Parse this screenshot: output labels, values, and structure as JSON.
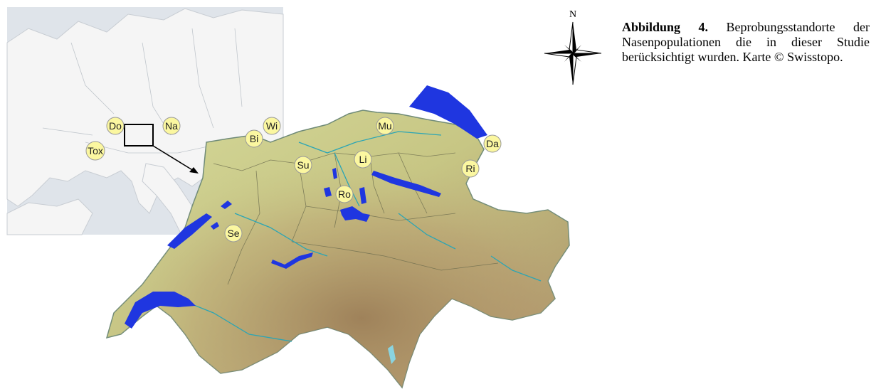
{
  "compass": {
    "north_label": "N"
  },
  "caption": {
    "label": "Abbildung 4.",
    "text": " Beprobungsstandorte der Nasenpopulationen die in dieser Studie berücksichtigt wurden. Karte © Swisstopo."
  },
  "sites": [
    {
      "id": "do",
      "label": "Do"
    },
    {
      "id": "na",
      "label": "Na"
    },
    {
      "id": "tox",
      "label": "Tox"
    },
    {
      "id": "bi",
      "label": "Bi"
    },
    {
      "id": "wi",
      "label": "Wi"
    },
    {
      "id": "mu",
      "label": "Mu"
    },
    {
      "id": "da",
      "label": "Da"
    },
    {
      "id": "ri",
      "label": "Ri"
    },
    {
      "id": "su",
      "label": "Su"
    },
    {
      "id": "li",
      "label": "Li"
    },
    {
      "id": "ro",
      "label": "Ro"
    },
    {
      "id": "se",
      "label": "Se"
    }
  ],
  "colors": {
    "lake": "#1f36e0",
    "marker_fill": "#fbf7a0",
    "terrain_low": "#c9cf8a",
    "terrain_high": "#a0815a",
    "inset_land": "#f4f4f4",
    "inset_sea": "#dfe4ea"
  }
}
